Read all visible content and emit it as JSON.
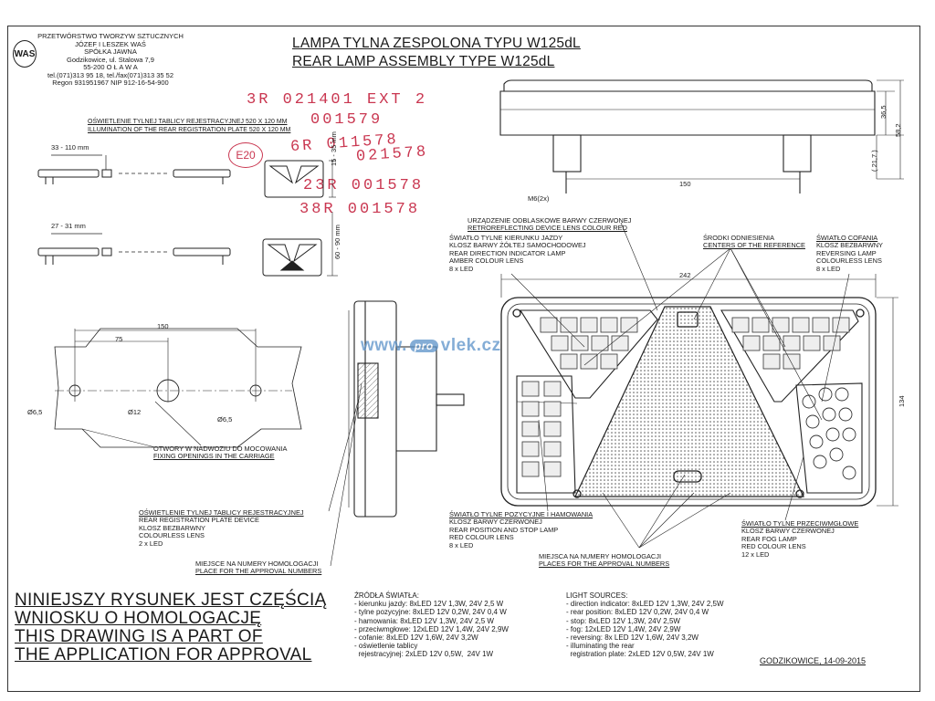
{
  "company": {
    "logo_text": "WAS",
    "lines": [
      "PRZETWÓRSTWO TWORZYW SZTUCZNYCH",
      "JÓZEF I LESZEK WAŚ",
      "SPÓŁKA JAWNA",
      "Godzikowice, ul. Stalowa 7,9",
      "55-200  O Ł A W A",
      "tel.(071)313 95 18, tel./fax(071)313 35 52",
      "Regon 931951967 NIP 912-16-54-900"
    ]
  },
  "title": {
    "pl": "LAMPA TYLNA ZESPOLONA TYPU W125dL",
    "en": "REAR LAMP ASSEMBLY TYPE W125dL"
  },
  "stamps": {
    "e_mark": "E20",
    "lines": [
      "3R  021401  EXT 2",
      "001579",
      "6R  011578",
      "021578",
      "23R  001578",
      "38R  001578"
    ]
  },
  "plate_label": {
    "pl": "OŚWIETLENIE TYLNEJ TABLICY REJESTRACYJNEJ 520 X 120 MM",
    "en": "ILLUMINATION OF THE REAR REGISTRATION PLATE 520 X 120 MM"
  },
  "dims": {
    "range1": "33 - 110 mm",
    "range2": "27 - 31 mm",
    "vert1": "15 - 35 mm",
    "vert2": "60 - 90 mm",
    "top_h1": "36,5",
    "top_h2": "58,2",
    "top_h3": "( 21,7 )",
    "spacing": "150",
    "m6": "M6(2x)",
    "width": "242",
    "height": "134",
    "hole_150": "150",
    "hole_75": "75",
    "d65a": "Ø6,5",
    "d12": "Ø12",
    "d65b": "Ø6,5"
  },
  "callouts": {
    "fixing": [
      "OTWORY W NADWOZIU DO MOCOWANIA",
      "FIXING OPENINGS IN THE CARRIAGE"
    ],
    "retro": [
      "URZĄDZENIE ODBLASKOWE BARWY CZERWONEJ",
      "RETROREFLECTING DEVICE LENS COLOUR RED"
    ],
    "indicator": [
      "ŚWIATŁO TYLNE KIERUNKU JAZDY",
      "KLOSZ BARWY ŻÓŁTEJ SAMOCHODOWEJ",
      "REAR DIRECTION INDICATOR LAMP",
      "AMBER COLOUR LENS",
      "8 x LED"
    ],
    "centers": [
      "ŚRODKI ODNIESIENIA",
      "CENTERS OF THE REFERENCE"
    ],
    "reversing": [
      "ŚWIATŁO COFANIA",
      "KLOSZ BEZBARWNY",
      "REVERSING LAMP",
      "COLOURLESS LENS",
      "8 x LED"
    ],
    "plate_device": [
      "OŚWIETLENIE TYLNEJ TABLICY REJESTRACYJNEJ",
      "REAR REGISTRATION PLATE DEVICE",
      "KLOSZ BEZBARWNY",
      "COLOURLESS LENS",
      "2 x LED"
    ],
    "approval_left": [
      "MIEJSCE NA NUMERY HOMOLOGACJI",
      "PLACE FOR THE APPROVAL NUMBERS"
    ],
    "position": [
      "ŚWIATŁO TYLNE POZYCYJNE I HAMOWANIA",
      "KLOSZ BARWY CZERWONEJ",
      "REAR POSITION AND STOP LAMP",
      "RED COLOUR LENS",
      "8 x LED"
    ],
    "fog": [
      "ŚWIATŁO TYLNE PRZECIWMGŁOWE",
      "KLOSZ BARWY CZERWONEJ",
      "REAR FOG LAMP",
      "RED COLOUR LENS",
      "12 x LED"
    ],
    "approval_right": [
      "MIEJSCA NA NUMERY HOMOLOGACJI",
      "PLACES FOR THE APPROVAL NUMBERS"
    ]
  },
  "note": [
    "NINIEJSZY RYSUNEK JEST CZĘŚCIĄ",
    "WNIOSKU O  HOMOLOGACJĘ",
    "THIS DRAWING IS A PART OF",
    " THE APPLICATION FOR  APPROVAL"
  ],
  "sources_pl": {
    "heading": "ŹRÓDŁA ŚWIATŁA:",
    "lines": [
      "- kierunku jazdy: 8xLED 12V 1,3W, 24V 2,5 W",
      "- tylne pozycyjne: 8xLED 12V 0,2W, 24V 0,4 W",
      "- hamowania: 8xLED 12V 1,3W, 24V 2,5 W",
      "- przeciwmgłowe: 12xLED 12V 1,4W, 24V 2,9W",
      "- cofanie: 8xLED 12V 1,6W, 24V 3,2W",
      "- oświetlenie tablicy",
      "  rejestracyjnej: 2xLED 12V 0,5W,  24V 1W"
    ]
  },
  "sources_en": {
    "heading": "LIGHT SOURCES:",
    "lines": [
      "- direction indicator: 8xLED 12V 1,3W, 24V 2,5W",
      "- rear position: 8xLED 12V 0,2W, 24V 0,4 W",
      "- stop: 8xLED 12V  1,3W, 24V 2,5W",
      "- fog: 12xLED 12V 1,4W, 24V 2,9W",
      "- reversing: 8x LED 12V 1,6W, 24V 3,2W",
      "- illuminating the rear",
      "  registration plate: 2xLED 12V 0,5W, 24V 1W"
    ]
  },
  "footer": "GODZIKOWICE,  14-09-2015",
  "watermark": {
    "pre": "www.",
    "pro": "pro",
    "post": "vlek.cz"
  }
}
